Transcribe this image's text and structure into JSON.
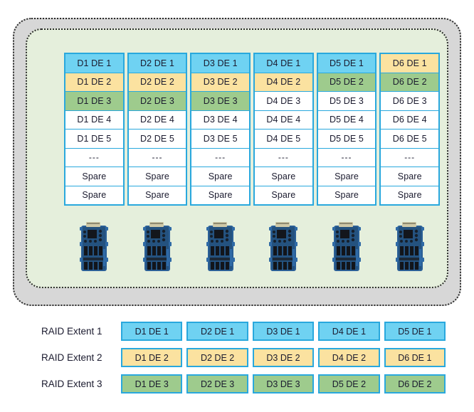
{
  "enclosure": {
    "outer_fill": "#d7d7d7",
    "inner_fill": "#e5efdc",
    "border_color": "#2b2b2b"
  },
  "palette": {
    "blue": "#6fd2f2",
    "yellow": "#fbe2a0",
    "green": "#9ecb8d",
    "white": "#ffffff",
    "cell_border": "#29a8dd"
  },
  "disk_grid": {
    "columns": [
      {
        "disk": "D1",
        "cells": [
          {
            "label": "D1 DE 1",
            "color": "blue"
          },
          {
            "label": "D1 DE 2",
            "color": "yellow"
          },
          {
            "label": "D1 DE 3",
            "color": "green"
          },
          {
            "label": "D1 DE 4",
            "color": "white"
          },
          {
            "label": "D1 DE 5",
            "color": "white"
          },
          {
            "label": "---",
            "color": "sep"
          },
          {
            "label": "Spare",
            "color": "white"
          },
          {
            "label": "Spare",
            "color": "white"
          }
        ]
      },
      {
        "disk": "D2",
        "cells": [
          {
            "label": "D2 DE 1",
            "color": "blue"
          },
          {
            "label": "D2 DE 2",
            "color": "yellow"
          },
          {
            "label": "D2 DE 3",
            "color": "green"
          },
          {
            "label": "D2 DE 4",
            "color": "white"
          },
          {
            "label": "D2 DE 5",
            "color": "white"
          },
          {
            "label": "---",
            "color": "sep"
          },
          {
            "label": "Spare",
            "color": "white"
          },
          {
            "label": "Spare",
            "color": "white"
          }
        ]
      },
      {
        "disk": "D3",
        "cells": [
          {
            "label": "D3 DE 1",
            "color": "blue"
          },
          {
            "label": "D3 DE 2",
            "color": "yellow"
          },
          {
            "label": "D3 DE 3",
            "color": "green"
          },
          {
            "label": "D3 DE 4",
            "color": "white"
          },
          {
            "label": "D3 DE 5",
            "color": "white"
          },
          {
            "label": "---",
            "color": "sep"
          },
          {
            "label": "Spare",
            "color": "white"
          },
          {
            "label": "Spare",
            "color": "white"
          }
        ]
      },
      {
        "disk": "D4",
        "cells": [
          {
            "label": "D4 DE 1",
            "color": "blue"
          },
          {
            "label": "D4 DE 2",
            "color": "yellow"
          },
          {
            "label": "D4 DE 3",
            "color": "white"
          },
          {
            "label": "D4 DE 4",
            "color": "white"
          },
          {
            "label": "D4 DE 5",
            "color": "white"
          },
          {
            "label": "---",
            "color": "sep"
          },
          {
            "label": "Spare",
            "color": "white"
          },
          {
            "label": "Spare",
            "color": "white"
          }
        ]
      },
      {
        "disk": "D5",
        "cells": [
          {
            "label": "D5 DE 1",
            "color": "blue"
          },
          {
            "label": "D5 DE 2",
            "color": "green"
          },
          {
            "label": "D5 DE 3",
            "color": "white"
          },
          {
            "label": "D5 DE 4",
            "color": "white"
          },
          {
            "label": "D5 DE 5",
            "color": "white"
          },
          {
            "label": "---",
            "color": "sep"
          },
          {
            "label": "Spare",
            "color": "white"
          },
          {
            "label": "Spare",
            "color": "white"
          }
        ]
      },
      {
        "disk": "D6",
        "cells": [
          {
            "label": "D6 DE 1",
            "color": "yellow"
          },
          {
            "label": "D6 DE 2",
            "color": "green"
          },
          {
            "label": "D6 DE 3",
            "color": "white"
          },
          {
            "label": "D6 DE 4",
            "color": "white"
          },
          {
            "label": "D6 DE 5",
            "color": "white"
          },
          {
            "label": "---",
            "color": "sep"
          },
          {
            "label": "Spare",
            "color": "white"
          },
          {
            "label": "Spare",
            "color": "white"
          }
        ]
      }
    ]
  },
  "drives": [
    {
      "name": "disk-drive-1"
    },
    {
      "name": "disk-drive-2"
    },
    {
      "name": "disk-drive-3"
    },
    {
      "name": "disk-drive-4"
    },
    {
      "name": "disk-drive-5"
    },
    {
      "name": "disk-drive-6"
    }
  ],
  "raid_extents": [
    {
      "label": "RAID Extent 1",
      "color": "blue",
      "members": [
        "D1 DE 1",
        "D2 DE 1",
        "D3 DE 1",
        "D4 DE 1",
        "D5 DE 1"
      ]
    },
    {
      "label": "RAID Extent 2",
      "color": "yellow",
      "members": [
        "D1 DE 2",
        "D2 DE 2",
        "D3 DE 2",
        "D4 DE 2",
        "D6 DE 1"
      ]
    },
    {
      "label": "RAID Extent 3",
      "color": "green",
      "members": [
        "D1 DE 3",
        "D2 DE 3",
        "D3 DE 3",
        "D5 DE 2",
        "D6 DE 2"
      ]
    }
  ]
}
